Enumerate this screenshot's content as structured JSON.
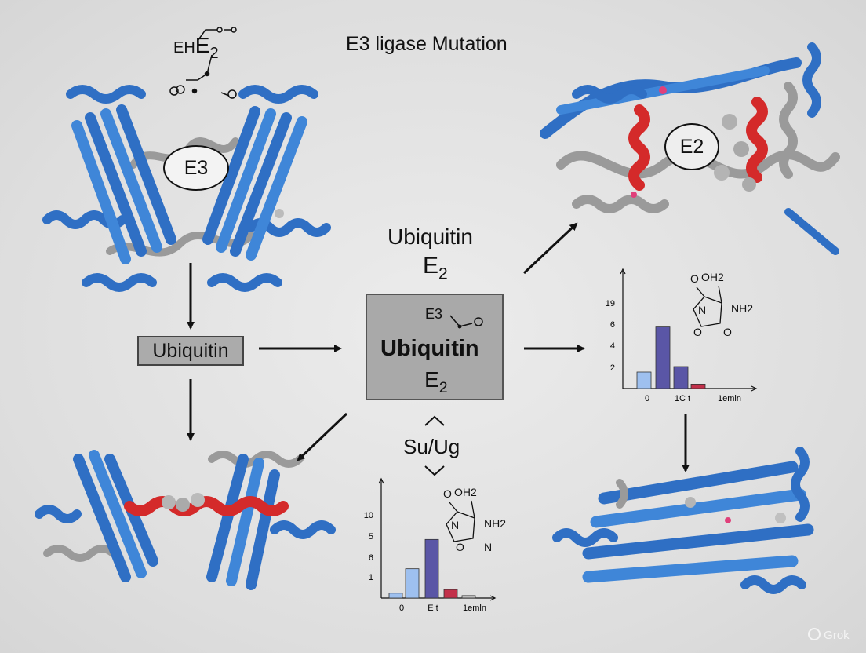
{
  "title": "E3 ligase Mutation",
  "top_left_formula": {
    "prefix": "EH",
    "label": "E",
    "sub": "2"
  },
  "e3_label": "E3",
  "e2_label": "E2",
  "ubiquitin_box_label": "Ubiquitin",
  "center_above": {
    "line1": "Ubiquitin",
    "label": "E",
    "sub": "2"
  },
  "center_box": {
    "small_label": "E3",
    "bold_label": "Ubiquitin",
    "label": "E",
    "sub": "2"
  },
  "su_ug_label": "Su/Ug",
  "watermark": "Grok",
  "colors": {
    "protein_blue": "#2f6fc4",
    "helix_red": "#d42a2a",
    "coil_gray": "#9a9a9a"
  },
  "chart_data": [
    {
      "type": "bar",
      "y_ticks": [
        "19",
        "6",
        "4",
        "2"
      ],
      "x_ticks": [
        "0",
        "1C t",
        "1emln"
      ],
      "values": [
        1.5,
        5.6,
        2.0,
        0.4
      ],
      "ylim": [
        0,
        10
      ],
      "bar_colors": [
        "#9ec0ef",
        "#5a56a6",
        "#5a56a6",
        "#c2304a"
      ],
      "chem_labels": {
        "oh2": "OH2",
        "nh2": "NH2",
        "n": "N",
        "o1": "O",
        "o2": "O",
        "o3": "O"
      }
    },
    {
      "type": "bar",
      "y_ticks": [
        "10",
        "5",
        "6",
        "1"
      ],
      "x_ticks": [
        "0",
        "E t",
        "1emln"
      ],
      "values": [
        0.4,
        2.4,
        4.8,
        0.7,
        0.2
      ],
      "ylim": [
        0,
        9
      ],
      "bar_colors": [
        "#9ec0ef",
        "#9ec0ef",
        "#5a56a6",
        "#c2304a",
        "#bbbbbb"
      ],
      "chem_labels": {
        "oh2": "OH2",
        "nh2": "NH2",
        "n1": "N",
        "n2": "N",
        "o1": "O",
        "o2": "O"
      }
    }
  ]
}
